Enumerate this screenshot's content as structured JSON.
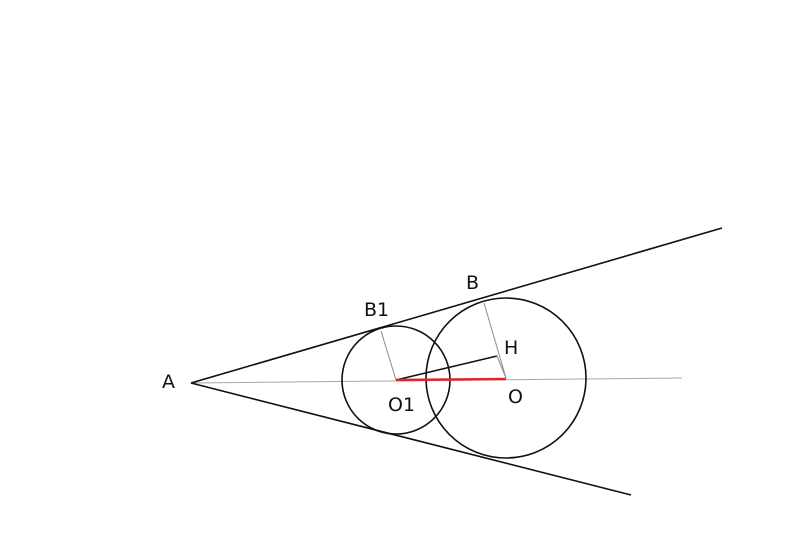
{
  "labels": {
    "A": "A",
    "B": "B",
    "B1": "B1",
    "H": "H",
    "O": "O",
    "O1": "O1"
  },
  "colors": {
    "background": "#ffffff",
    "stroke": "#111111",
    "axis": "#a6a6a6",
    "radius": "#8c8c8c",
    "highlight": "#e0262b"
  }
}
